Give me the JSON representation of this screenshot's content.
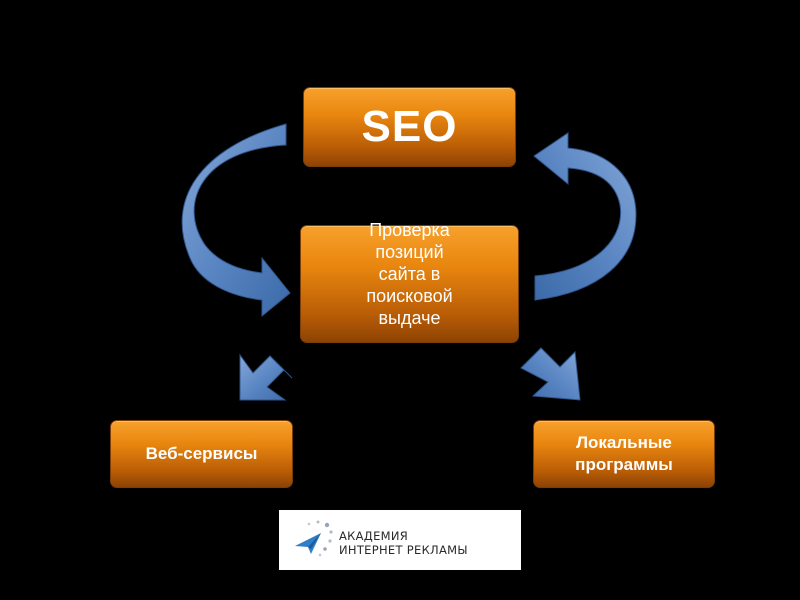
{
  "diagram": {
    "top_box": "SEO",
    "center_box": "Проверка позиций сайта в поисковой выдаче",
    "left_box": "Веб-сервисы",
    "right_box": "Локальные программы"
  },
  "logo": {
    "line1": "АКАДЕМИЯ",
    "line2": "ИНТЕРНЕТ РЕКЛАМЫ",
    "icon": "paper-plane-icon"
  },
  "colors": {
    "background": "#000000",
    "box_orange": "#e8860f",
    "arrow_blue": "#4f81bd"
  }
}
